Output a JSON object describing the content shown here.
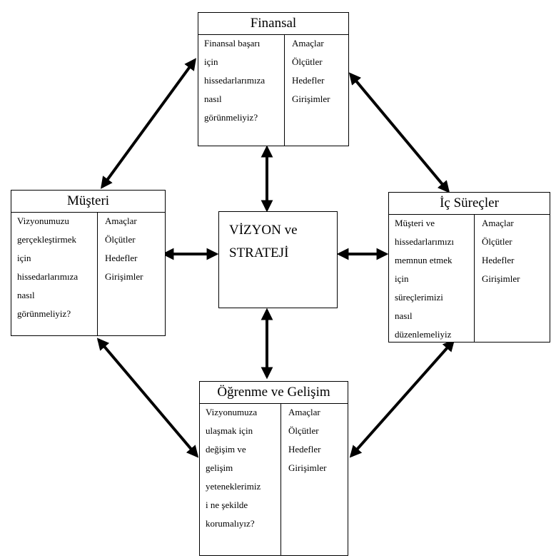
{
  "center": {
    "line1": "VİZYON ve",
    "line2": "STRATEJİ"
  },
  "measure_labels": {
    "goals": "Amaçlar",
    "measures": "Ölçütler",
    "targets": "Hedefler",
    "initiatives": "Girişimler"
  },
  "finansal": {
    "title": "Finansal",
    "question_lines": [
      "Finansal başarı",
      "için",
      "hissedarlarımıza",
      "nasıl",
      "görünmeliyiz?"
    ]
  },
  "musteri": {
    "title": "Müşteri",
    "question_lines": [
      "Vizyonumuzu",
      "gerçekleştirmek",
      "için",
      "hissedarlarımıza",
      "nasıl",
      "görünmeliyiz?"
    ]
  },
  "ic_surecler": {
    "title": "İç Süreçler",
    "question_lines": [
      "Müşteri ve",
      "hissedarlarımızı",
      "memnun etmek",
      "için",
      "süreçlerimizi",
      "nasıl",
      "düzenlemeliyiz"
    ]
  },
  "ogrenme": {
    "title": "Öğrenme ve Gelişim",
    "question_lines": [
      "Vizyonumuza",
      "ulaşmak için",
      "değişim ve",
      "gelişim",
      "yeteneklerimiz",
      "i ne şekilde",
      "korumalıyız?"
    ]
  }
}
